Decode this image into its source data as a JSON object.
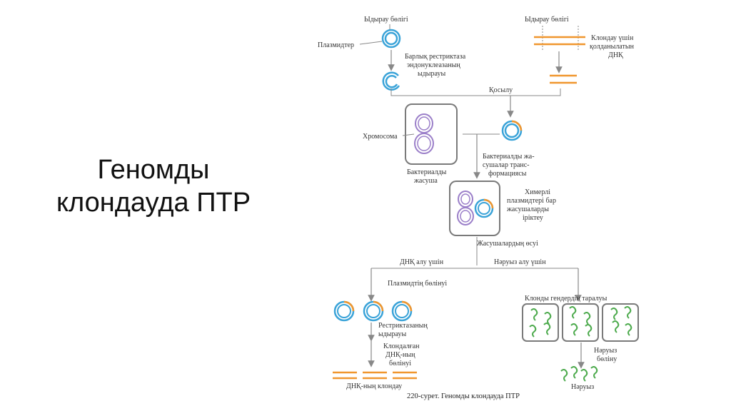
{
  "slide": {
    "title_line1": "Геномды",
    "title_line2": "клондауда ПТР"
  },
  "colors": {
    "plasmid_blue": "#3aa3d8",
    "insert_orange": "#f0962e",
    "chromosome_purple": "#9b7fc9",
    "protein_green": "#4caa4c",
    "arrow_gray": "#888888",
    "box_gray": "#7a7a7a"
  },
  "diagram": {
    "cut_site_left": "Ыдырау бөлігі",
    "plasmids": "Плазмидтер",
    "cut_site_right": "Ыдырау бөлігі",
    "dna_to_clone": [
      "Клондау үшін",
      "қолданылатын",
      "ДНҚ"
    ],
    "all_restriction": [
      "Барлық рестриктаза",
      "эндонуклеазаның",
      "ыдырауы"
    ],
    "joining": "Қосылу",
    "chromosome": "Хромосома",
    "bacterial_cell": [
      "Бактериалды",
      "жасуша"
    ],
    "transformation": [
      "Бактериалды жа-",
      "сушалар транс-",
      "формациясы"
    ],
    "selection": [
      "Химерлі",
      "плазмидтері бар",
      "жасушаларды",
      "іріктеу"
    ],
    "cell_growth": "Жасушалардың өсуі",
    "for_dna": "ДНҚ алу үшін",
    "for_protein": "Нәруыз алу үшін",
    "plasmid_isolation": "Плазмидтің бөлінуі",
    "clone_gene_distribution": "Клонды гендердің таралуы",
    "restriction_cut": [
      "Рестриктазаның",
      "ыдырауы"
    ],
    "cloned_dna_isolation": [
      "Клондалған",
      "ДНҚ-ның",
      "бөлінуі"
    ],
    "protein_isolation": [
      "Нәруыз",
      "бөліну"
    ],
    "dna_clone": "ДНҚ-ның клондау",
    "protein": "Нәруыз",
    "caption": "220-сурет. Геномды клондауда ПТР"
  }
}
